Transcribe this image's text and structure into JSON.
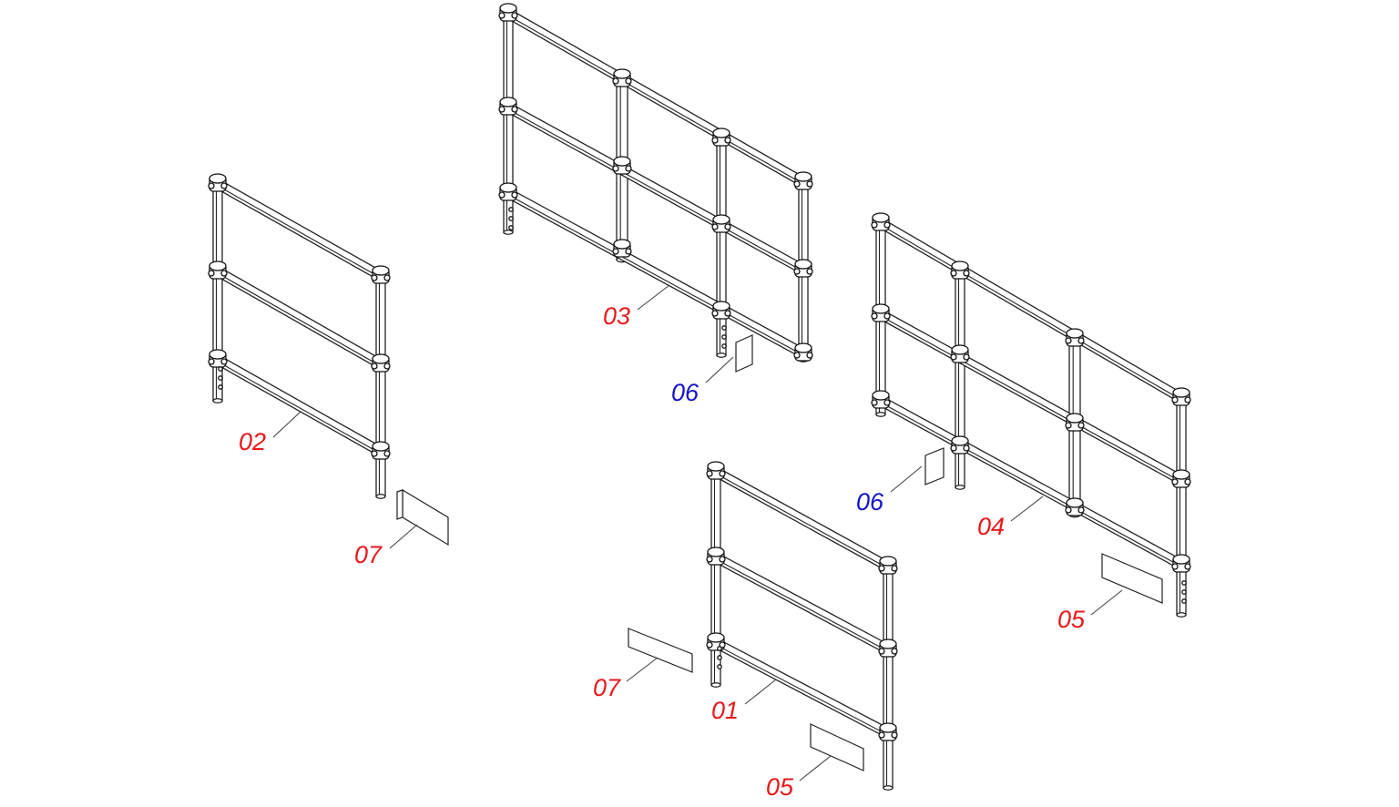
{
  "colors": {
    "red_label": "#e8191b",
    "blue_label": "#1414c8",
    "line": "#222222",
    "background": "#ffffff"
  },
  "labels": [
    {
      "id": "02",
      "text": "02",
      "color": "red"
    },
    {
      "id": "03",
      "text": "03",
      "color": "red"
    },
    {
      "id": "06a",
      "text": "06",
      "color": "blue"
    },
    {
      "id": "06b",
      "text": "06",
      "color": "blue"
    },
    {
      "id": "04",
      "text": "04",
      "color": "red"
    },
    {
      "id": "07a",
      "text": "07",
      "color": "red"
    },
    {
      "id": "07b",
      "text": "07",
      "color": "red"
    },
    {
      "id": "01",
      "text": "01",
      "color": "red"
    },
    {
      "id": "05a",
      "text": "05",
      "color": "red"
    },
    {
      "id": "05b",
      "text": "05",
      "color": "red"
    }
  ]
}
